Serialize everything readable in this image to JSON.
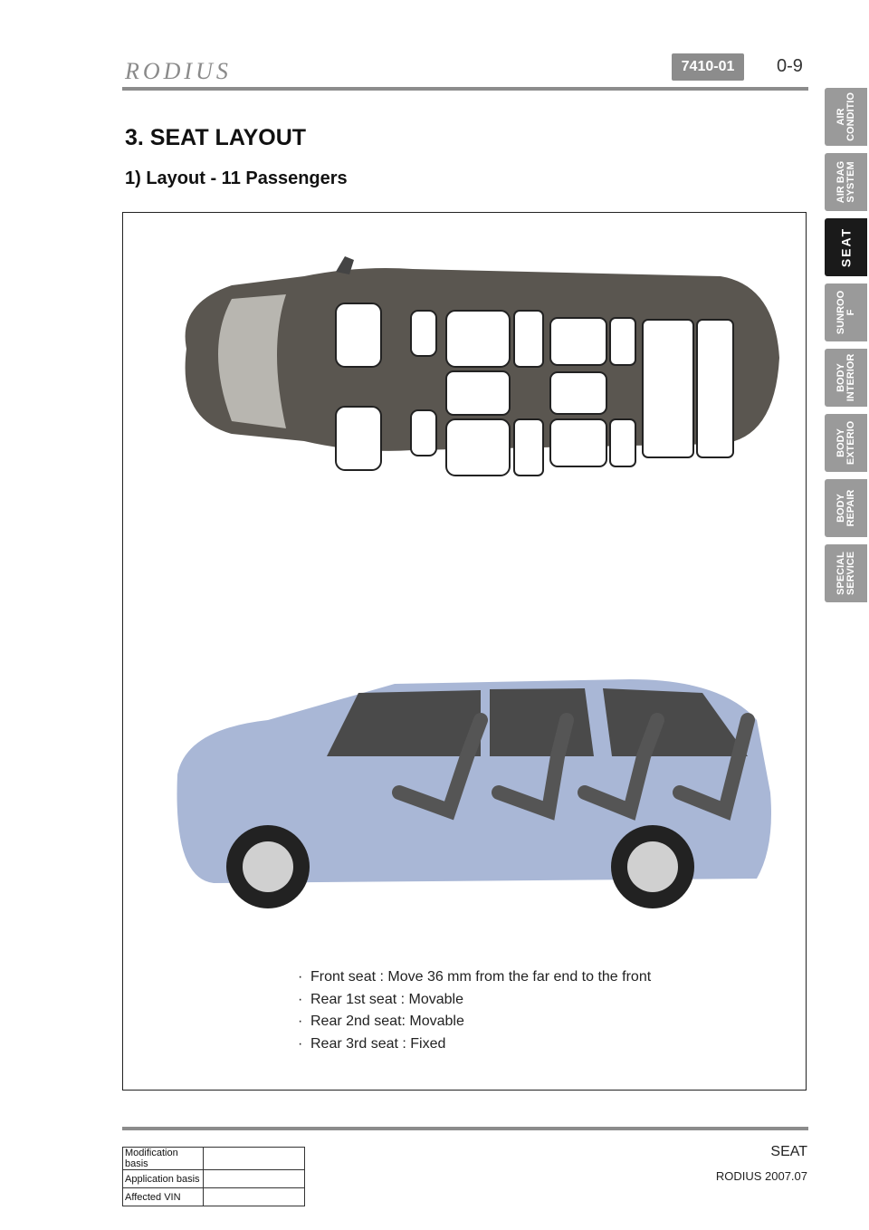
{
  "header": {
    "logo_text": "RODIUS",
    "code": "7410-01",
    "page": "0-9"
  },
  "section_title": "3. SEAT LAYOUT",
  "sub_title": "1) Layout - 11 Passengers",
  "notes": [
    "Front seat : Move 36 mm from the far end to the front",
    "Rear 1st seat : Movable",
    "Rear 2nd seat: Movable",
    "Rear 3rd seat : Fixed"
  ],
  "bullet_char": "·",
  "side_tabs": [
    {
      "label": "AIR\nCONDITIO",
      "active": false
    },
    {
      "label": "AIR BAG\nSYSTEM",
      "active": false
    },
    {
      "label": "SEAT",
      "active": true
    },
    {
      "label": "SUNROO\nF",
      "active": false
    },
    {
      "label": "BODY\nINTERIOR",
      "active": false
    },
    {
      "label": "BODY\nEXTERIO",
      "active": false
    },
    {
      "label": "BODY\nREPAIR",
      "active": false
    },
    {
      "label": "SPECIAL\nSERVICE",
      "active": false
    }
  ],
  "footer": {
    "section": "SEAT",
    "model": "RODIUS 2007.07",
    "table": [
      {
        "label": "Modification basis",
        "value": ""
      },
      {
        "label": "Application basis",
        "value": ""
      },
      {
        "label": "Affected VIN",
        "value": ""
      }
    ]
  },
  "colors": {
    "tab_inactive": "#9a9a9a",
    "tab_active": "#1a1a1a",
    "rule": "#8c8c8c",
    "van_top": "#5a5650",
    "van_side": "#a9b7d6"
  }
}
